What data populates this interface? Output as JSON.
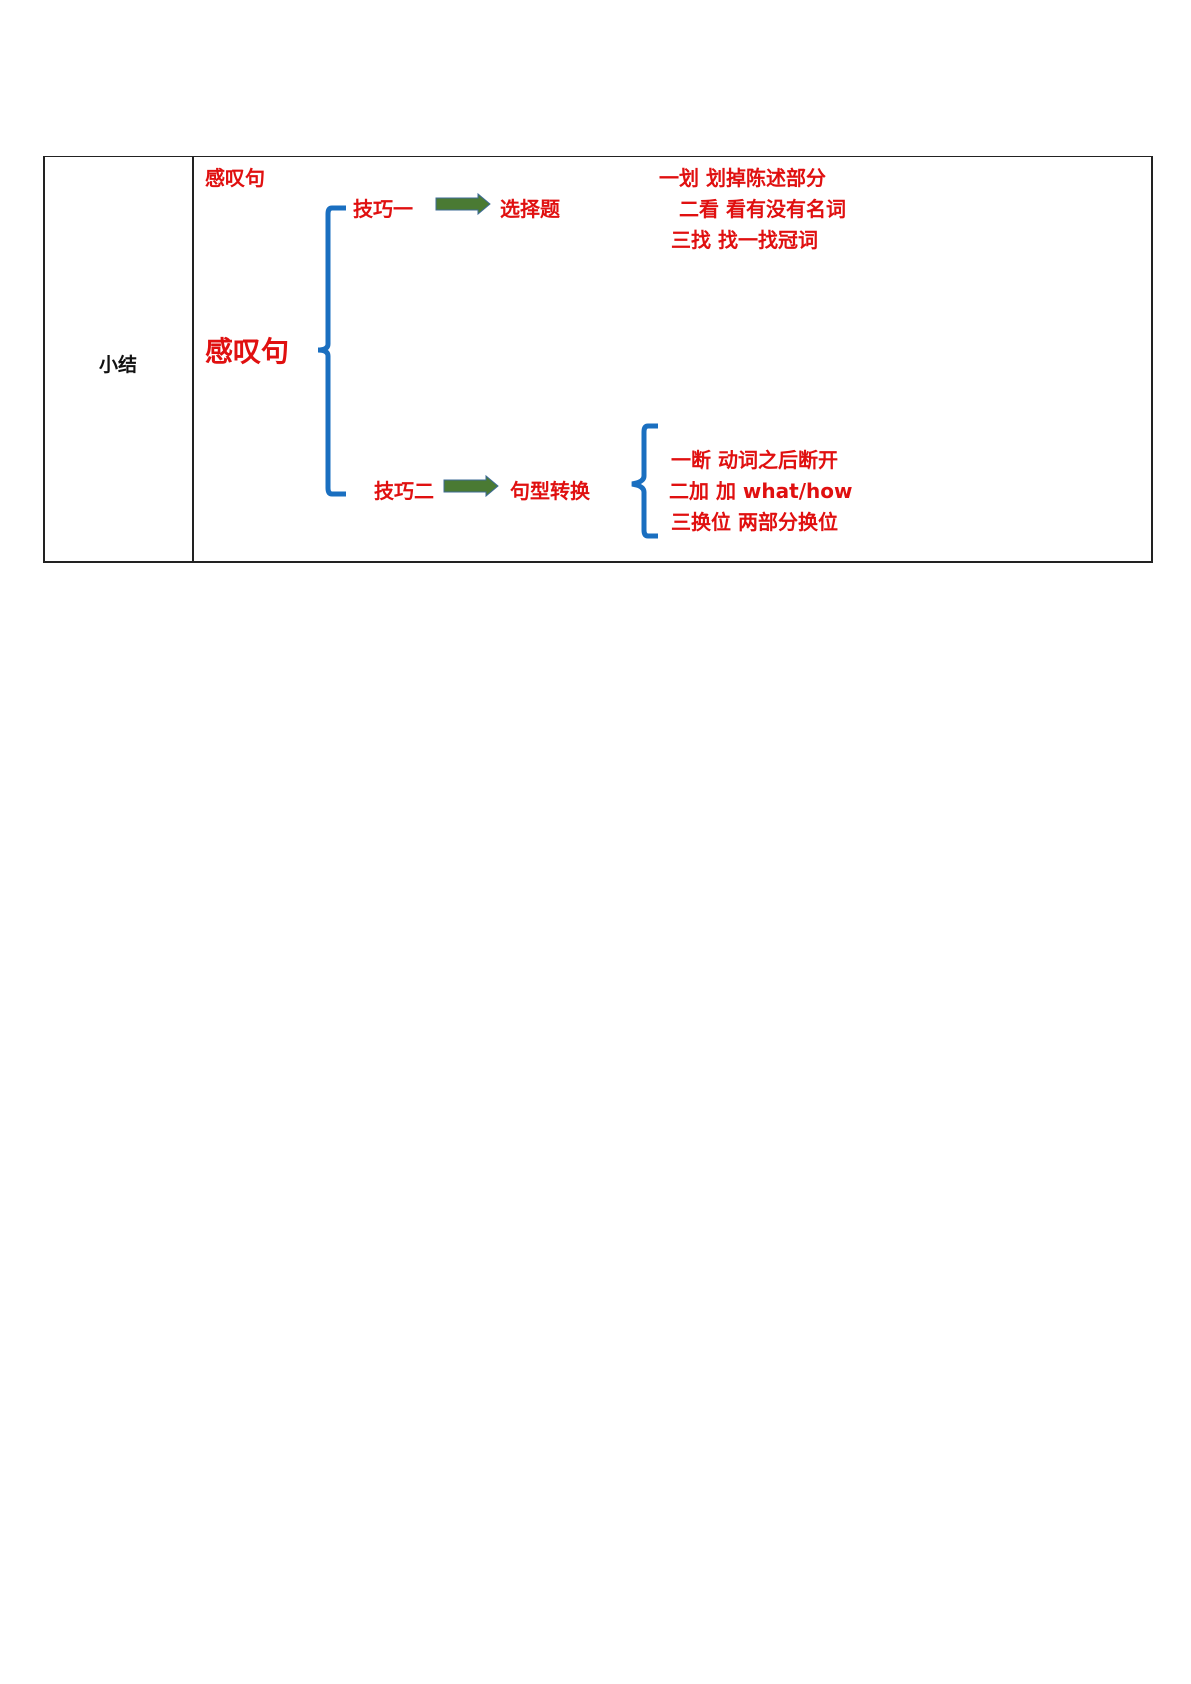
{
  "summary_table": {
    "row_label": "小结",
    "heading": "感叹句",
    "center_topic": "感叹句",
    "skill_one": {
      "label": "技巧一",
      "target": "选择题",
      "steps": [
        "一划 划掉陈述部分",
        "二看 看有没有名词",
        "三找  找一找冠词"
      ]
    },
    "skill_two": {
      "label": "技巧二",
      "target": "句型转换",
      "steps": [
        "一断  动词之后断开",
        "二加  加 what/how",
        "三换位 两部分换位"
      ]
    }
  },
  "colors": {
    "text_red": "#e01010",
    "bracket_blue": "#1a6fc0",
    "arrow_green": "#4a7a33"
  }
}
